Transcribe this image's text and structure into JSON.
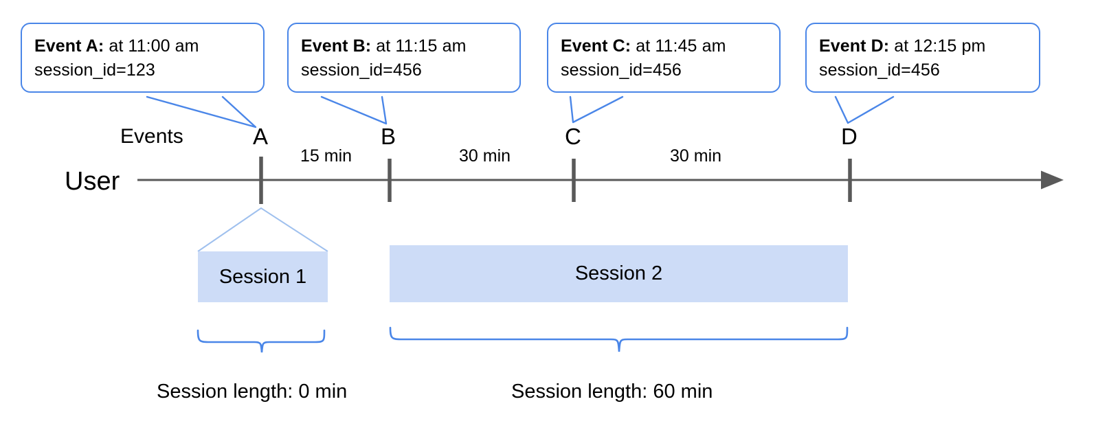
{
  "diagram": {
    "title_row_label_events": "Events",
    "title_row_label_user": "User",
    "axis_color": "#595959",
    "accent_blue": "#4a86e8",
    "session_fill": "#cddcf7"
  },
  "callouts": [
    {
      "id": "A",
      "lead": "Event A:",
      "time": " at 11:00 am",
      "session_line": "session_id=123"
    },
    {
      "id": "B",
      "lead": "Event B:",
      "time": " at 11:15 am",
      "session_line": "session_id=456"
    },
    {
      "id": "C",
      "lead": "Event C:",
      "time": " at 11:45 am",
      "session_line": "session_id=456"
    },
    {
      "id": "D",
      "lead": "Event D:",
      "time": " at 12:15 pm",
      "session_line": "session_id=456"
    }
  ],
  "events": [
    {
      "letter": "A"
    },
    {
      "letter": "B"
    },
    {
      "letter": "C"
    },
    {
      "letter": "D"
    }
  ],
  "intervals": [
    {
      "label": "15 min"
    },
    {
      "label": "30 min"
    },
    {
      "label": "30 min"
    }
  ],
  "sessions": [
    {
      "name": "Session 1",
      "length_label": "Session length: 0 min"
    },
    {
      "name": "Session 2",
      "length_label": "Session length: 60 min"
    }
  ]
}
